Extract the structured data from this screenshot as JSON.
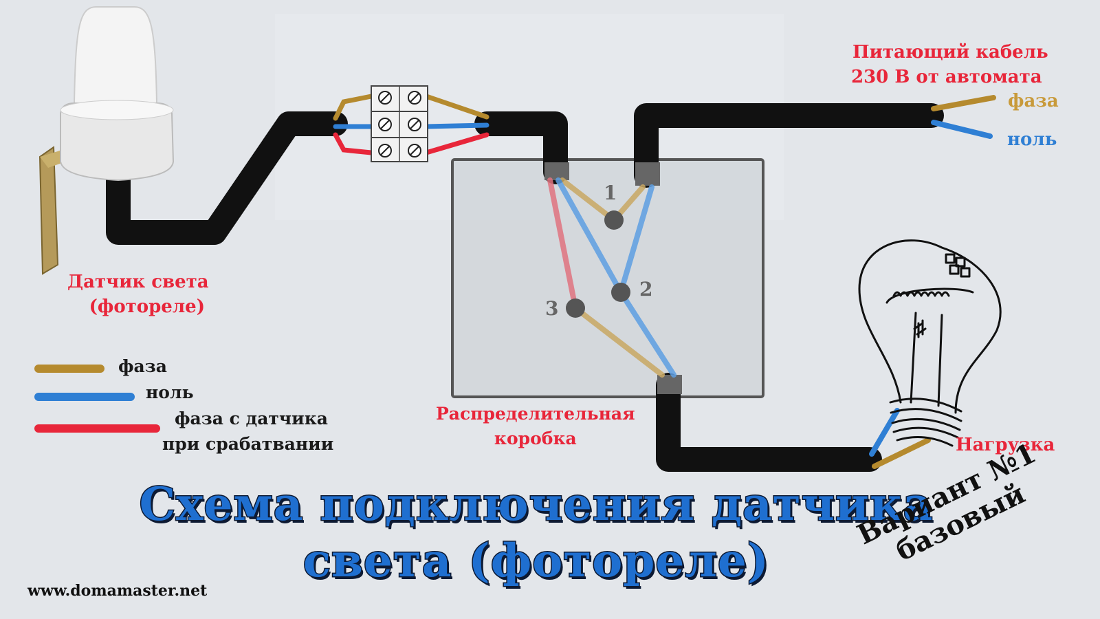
{
  "sensor": {
    "line1": "Датчик света",
    "line2": "(фотореле)"
  },
  "supply": {
    "line1": "Питающий кабель",
    "line2": "230 В от автомата",
    "phase": "фаза",
    "neutral": "ноль"
  },
  "box": {
    "line1": "Распределительная",
    "line2": "коробка",
    "node1": "1",
    "node2": "2",
    "node3": "3"
  },
  "load": {
    "label": "Нагрузка"
  },
  "legend": {
    "phase": "фаза",
    "neutral": "ноль",
    "sensor_phase_line1": "фаза с датчика",
    "sensor_phase_line2": "при срабатвании"
  },
  "title": {
    "line1": "Схема подключения датчика",
    "line2": "света (фотореле)"
  },
  "variant": {
    "line1": "Вариант №1",
    "line2": "базовый"
  },
  "website": "www.domamaster.net",
  "colors": {
    "phase": "#b58a2e",
    "neutral": "#2f7fd4",
    "sensor_phase": "#e8263a",
    "cable": "#111111",
    "label_red": "#e8263a"
  }
}
